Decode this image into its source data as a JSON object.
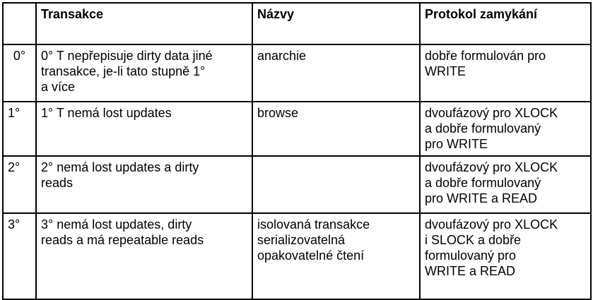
{
  "table": {
    "headers": {
      "level": "",
      "transakce": "Transakce",
      "nazvy": "Názvy",
      "protokol": "Protokol zamykání"
    },
    "rows": [
      {
        "level": "0°",
        "transakce": [
          "0° T nepřepisuje dirty data jiné",
          "transakce, je-li  tato stupně 1°",
          "a více"
        ],
        "nazvy": [
          "anarchie"
        ],
        "protokol": [
          "dobře formulován pro",
          "WRITE"
        ]
      },
      {
        "level": "1°",
        "transakce": [
          "1° T nemá lost updates"
        ],
        "nazvy": [
          "browse"
        ],
        "protokol": [
          "dvoufázový pro XLOCK",
          "a dobře formulovaný",
          "pro WRITE"
        ]
      },
      {
        "level": "2°",
        "transakce": [
          "2° nemá lost updates a dirty",
          "reads"
        ],
        "nazvy": [],
        "protokol": [
          "dvoufázový pro XLOCK",
          "a dobře formulovaný",
          "pro WRITE a READ"
        ]
      },
      {
        "level": "3°",
        "transakce": [
          "3° nemá lost updates, dirty",
          "reads a má repeatable reads"
        ],
        "nazvy": [
          "isolovaná transakce",
          "serializovatelná",
          "opakovatelné čtení"
        ],
        "protokol": [
          "dvoufázový pro XLOCK",
          "i SLOCK a dobře",
          "formulovaný pro",
          "WRITE a READ"
        ]
      }
    ]
  }
}
